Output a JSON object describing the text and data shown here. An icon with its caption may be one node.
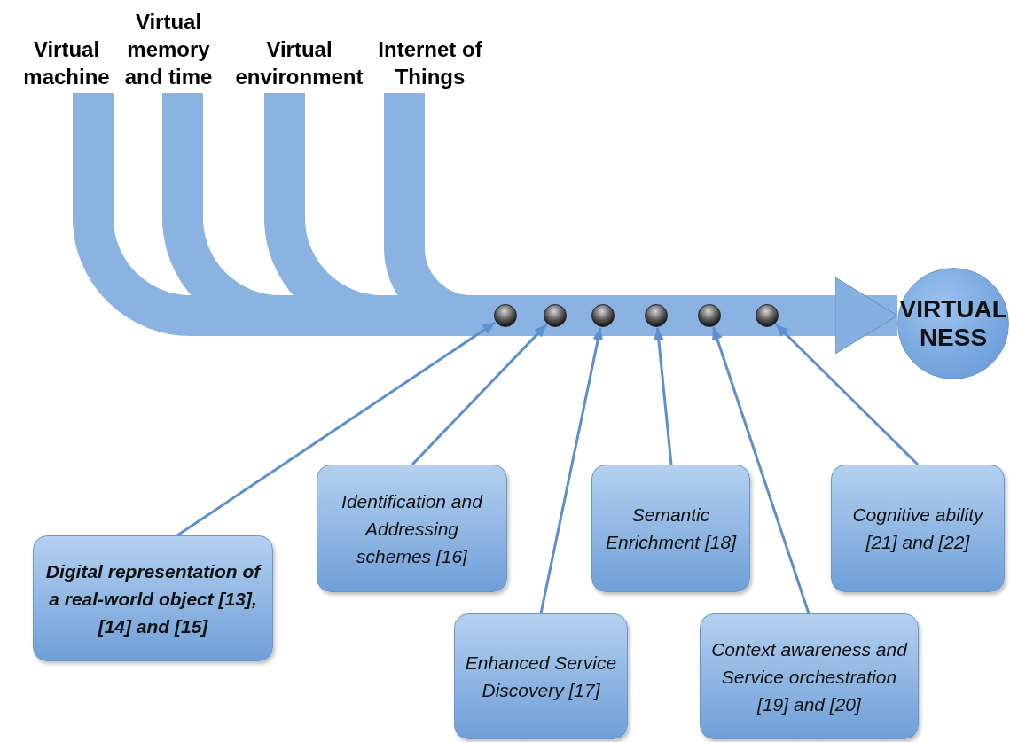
{
  "diagram": {
    "nodes": [
      {
        "text": [
          "Virtual machine"
        ]
      },
      {
        "text": [
          "Virtual memory and time"
        ]
      },
      {
        "text": [
          "Virtual environment"
        ]
      },
      {
        "text": [
          "Internet of Things"
        ]
      },
      {
        "text": [],
        "shape": "bar"
      },
      {
        "text": [
          "VIRTUAL NESS"
        ]
      },
      {
        "text": [],
        "shape": "circle",
        "in": 4
      },
      {
        "text": [],
        "shape": "circle",
        "in": 4
      },
      {
        "text": [],
        "shape": "circle",
        "in": 4
      },
      {
        "text": [],
        "shape": "circle",
        "in": 4
      },
      {
        "text": [],
        "shape": "circle",
        "in": 4
      },
      {
        "text": [],
        "shape": "circle",
        "in": 4
      },
      {
        "text": [
          "Digital representation of a real-world object [13], [14] and [15]"
        ]
      },
      {
        "text": [
          "Identification and Addressing schemes [16]"
        ]
      },
      {
        "text": [
          "Enhanced Service Discovery [17]"
        ]
      },
      {
        "text": [
          "Semantic Enrichment [18]"
        ]
      },
      {
        "text": [
          "Context awareness and Service orchestration [19] and [20]"
        ]
      },
      {
        "text": [
          "Cognitive ability [21] and [22]"
        ]
      }
    ],
    "edges": [
      {
        "from": 0,
        "to": 4,
        "arrow": "none",
        "style": "thick"
      },
      {
        "from": 1,
        "to": 4,
        "arrow": "none",
        "style": "thick"
      },
      {
        "from": 2,
        "to": 4,
        "arrow": "none",
        "style": "thick"
      },
      {
        "from": 3,
        "to": 4,
        "arrow": "none",
        "style": "thick"
      },
      {
        "from": 4,
        "to": 5,
        "arrow": "to",
        "style": "thick"
      },
      {
        "from": 12,
        "to": 6,
        "arrow": "to"
      },
      {
        "from": 13,
        "to": 7,
        "arrow": "to"
      },
      {
        "from": 14,
        "to": 8,
        "arrow": "to"
      },
      {
        "from": 15,
        "to": 9,
        "arrow": "to"
      },
      {
        "from": 16,
        "to": 10,
        "arrow": "to"
      },
      {
        "from": 17,
        "to": 11,
        "arrow": "to"
      }
    ]
  }
}
